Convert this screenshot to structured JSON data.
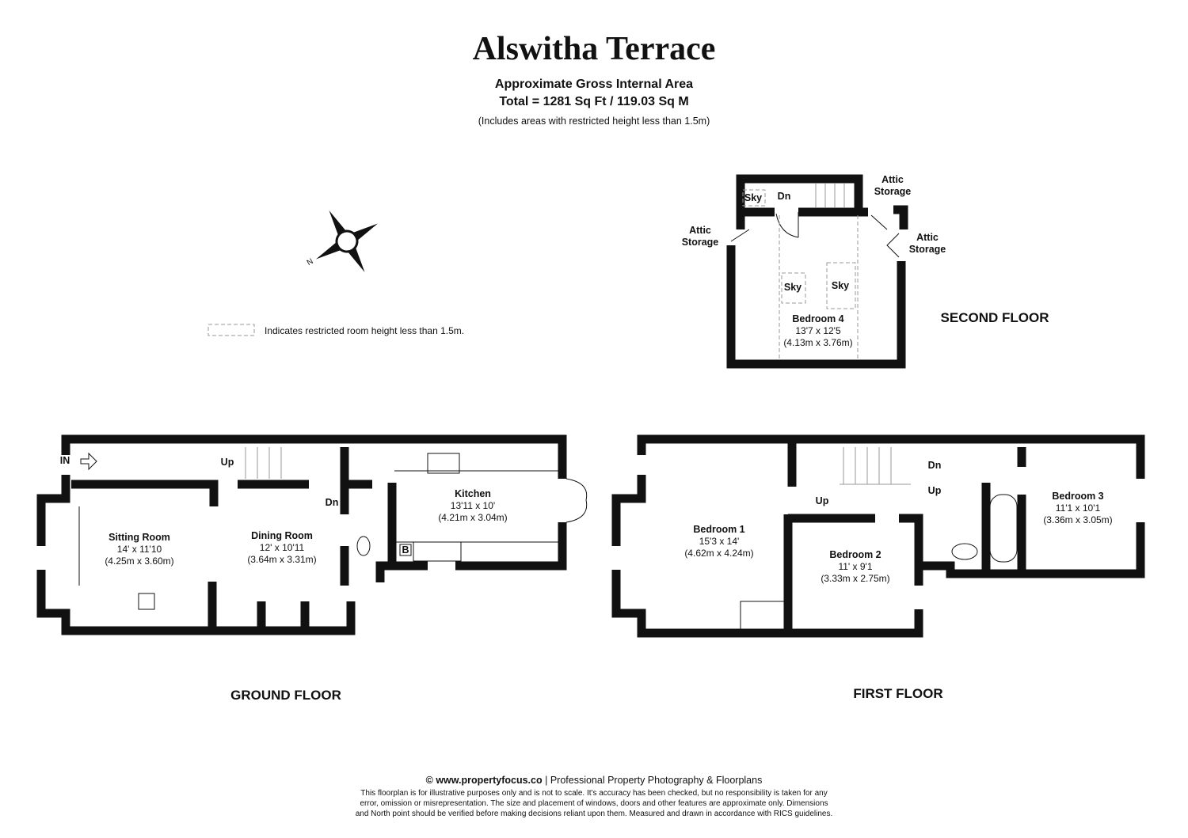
{
  "header": {
    "title": "Alswitha Terrace",
    "area_heading": "Approximate Gross Internal Area",
    "area_total": "Total = 1281 Sq Ft / 119.03 Sq M",
    "area_note": "(Includes areas with restricted height less than 1.5m)"
  },
  "legend": {
    "text": "Indicates restricted room height less than 1.5m."
  },
  "compass": {
    "north_label": "N"
  },
  "second_floor": {
    "label": "SECOND FLOOR",
    "rooms": [
      {
        "name": "Bedroom 4",
        "imperial": "13'7 x 12'5",
        "metric": "(4.13m x 3.76m)"
      }
    ],
    "annotations": [
      "Sky",
      "Dn",
      "Sky",
      "Sky",
      "Attic Storage",
      "Attic Storage",
      "Attic Storage"
    ]
  },
  "ground_floor": {
    "label": "GROUND FLOOR",
    "rooms": [
      {
        "name": "Sitting Room",
        "imperial": "14' x 11'10",
        "metric": "(4.25m x 3.60m)"
      },
      {
        "name": "Dining Room",
        "imperial": "12' x 10'11",
        "metric": "(3.64m x 3.31m)"
      },
      {
        "name": "Kitchen",
        "imperial": "13'11 x 10'",
        "metric": "(4.21m x 3.04m)"
      }
    ],
    "annotations": [
      "IN",
      "Up",
      "Dn",
      "B"
    ]
  },
  "first_floor": {
    "label": "FIRST FLOOR",
    "rooms": [
      {
        "name": "Bedroom 1",
        "imperial": "15'3 x 14'",
        "metric": "(4.62m x 4.24m)"
      },
      {
        "name": "Bedroom 2",
        "imperial": "11' x 9'1",
        "metric": "(3.33m x 2.75m)"
      },
      {
        "name": "Bedroom 3",
        "imperial": "11'1 x 10'1",
        "metric": "(3.36m x 3.05m)"
      }
    ],
    "annotations": [
      "Dn",
      "Up",
      "Up"
    ]
  },
  "footer": {
    "copyright_site": "© www.propertyfocus.co",
    "copyright_rest": " | Professional Property Photography & Floorplans",
    "disclaimer_1": "This floorplan is for illustrative purposes only and is not to scale. It's accuracy has been checked, but no responsibility is taken for any",
    "disclaimer_2": "error, omission or misrepresentation. The size and placement of windows, doors and other features are approximate only. Dimensions",
    "disclaimer_3": "and North point should be verified before making decisions reliant upon them. Measured and drawn in accordance with RICS guidelines."
  }
}
